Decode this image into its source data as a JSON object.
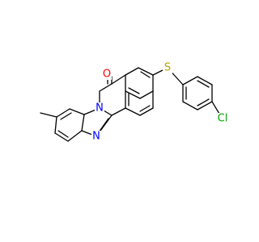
{
  "colors": {
    "background": "#ffffff",
    "bond": "#000000",
    "oxygen": "#ff0000",
    "nitrogen": "#0000ff",
    "sulfur": "#b5a300",
    "chlorine": "#00a300"
  },
  "atoms": {
    "oxygen": "O",
    "nitrogen_imide": "N",
    "nitrogen_imine": "N",
    "sulfur": "S",
    "chlorine": "Cl"
  }
}
